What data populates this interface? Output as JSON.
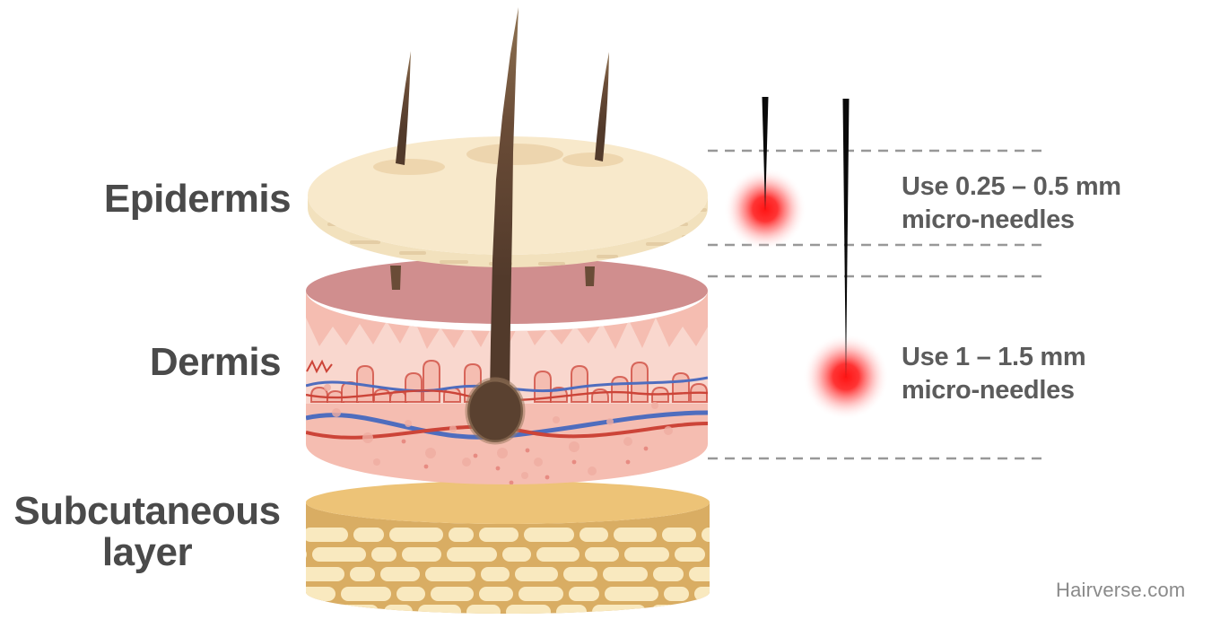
{
  "diagram": {
    "layer_labels": [
      {
        "id": "epidermis",
        "label": "Epidermis"
      },
      {
        "id": "dermis",
        "label": "Dermis"
      },
      {
        "id": "subcutaneous",
        "label": "Subcutaneous layer"
      }
    ],
    "needle_annotations": [
      {
        "line1": "Use 0.25 – 0.5 mm",
        "line2": "micro-needles"
      },
      {
        "line1": "Use 1 – 1.5 mm",
        "line2": "micro-needles"
      }
    ],
    "watermark": "Hairverse.com",
    "colors": {
      "background": "#ffffff",
      "label_text": "#4a4a4a",
      "annotation_text": "#5c5c5c",
      "watermark_text": "#8a8a8a",
      "epidermis_top": "#f8e9cb",
      "epidermis_side": "#f2e1bd",
      "epidermis_texture": "#e2cba2",
      "dermis_top": "#d08e8e",
      "dermis_side": "#f5bdb1",
      "papillae": "#f9d7ce",
      "dermis_dot": "#efaca1",
      "dermis_dot_dark": "#e4837a",
      "vessel_red": "#cc4438",
      "vessel_blue": "#4f6dbe",
      "hair": "#5a4130",
      "subcutaneous_top": "#edc377",
      "subcutaneous_side": "#d9ad63",
      "brick": "#f9e9bf",
      "needle": "#0a0a0a",
      "glow": "#ff1414",
      "dashed_line": "#989898"
    }
  }
}
